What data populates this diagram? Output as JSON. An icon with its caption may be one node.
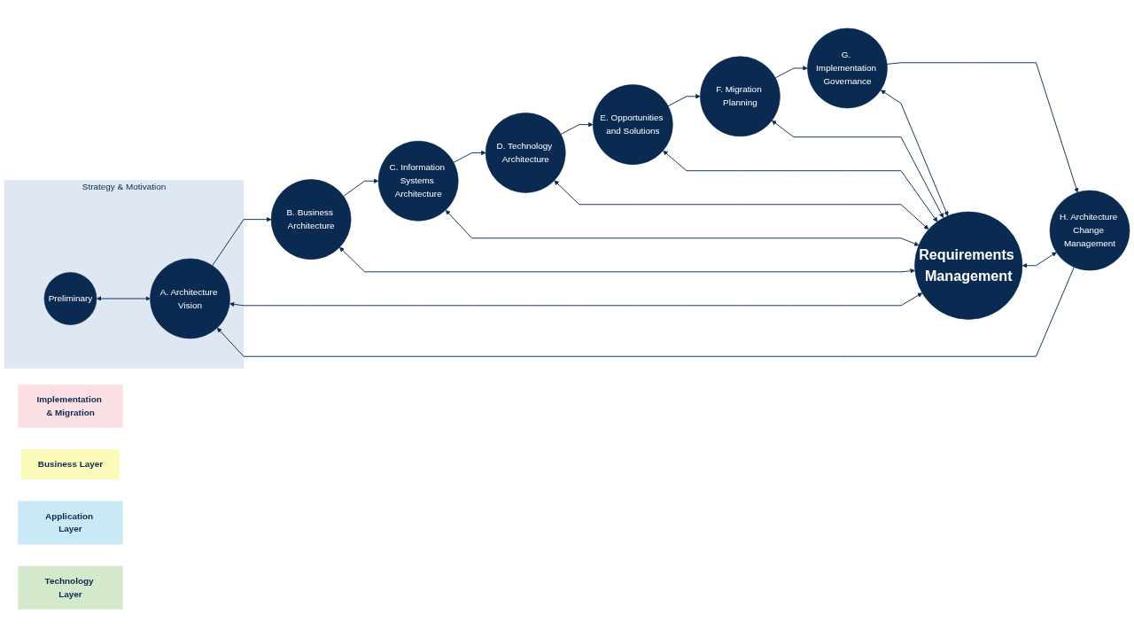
{
  "diagram": {
    "nodes": [
      {
        "text": [
          "Strategy & Motivation"
        ]
      },
      {
        "text": [
          "Preliminary"
        ],
        "in": 0
      },
      {
        "text": [
          "A. Architecture Vision"
        ],
        "in": 0
      },
      {
        "text": [
          "Implementation & Migration"
        ]
      },
      {
        "text": [
          "Business Layer"
        ]
      },
      {
        "text": [
          "H. Architecture Change Management"
        ]
      },
      {
        "text": [
          "B. Business Architecture"
        ]
      },
      {
        "text": [
          "Requirements Management"
        ]
      },
      {
        "text": [
          "Application Layer"
        ]
      },
      {
        "text": [
          "G. Implementation Governance"
        ]
      },
      {
        "text": [
          "C. Information Systems Architecture"
        ]
      },
      {
        "text": [
          "Technology Layer"
        ]
      },
      {
        "text": [
          "F. Migration Planning"
        ]
      },
      {
        "text": [
          "D. Technology Architecture"
        ]
      },
      {
        "text": [
          "E. Opportunities and Solutions"
        ]
      }
    ],
    "edges": [
      {
        "from": 1,
        "to": 2,
        "arrow": "both"
      },
      {
        "from": 2,
        "to": 6,
        "arrow": "to"
      },
      {
        "from": 6,
        "to": 10,
        "arrow": "to"
      },
      {
        "from": 10,
        "to": 13,
        "arrow": "to"
      },
      {
        "from": 13,
        "to": 14,
        "arrow": "to"
      },
      {
        "from": 14,
        "to": 12,
        "arrow": "to"
      },
      {
        "from": 12,
        "to": 9,
        "arrow": "to"
      },
      {
        "from": 9,
        "to": 5,
        "arrow": "to"
      },
      {
        "from": 5,
        "to": 2,
        "arrow": "to"
      },
      {
        "from": 7,
        "to": 2,
        "arrow": "both"
      },
      {
        "from": 7,
        "to": 6,
        "arrow": "both"
      },
      {
        "from": 7,
        "to": 10,
        "arrow": "both"
      },
      {
        "from": 7,
        "to": 13,
        "arrow": "both"
      },
      {
        "from": 7,
        "to": 14,
        "arrow": "both"
      },
      {
        "from": 7,
        "to": 12,
        "arrow": "both"
      },
      {
        "from": 7,
        "to": 9,
        "arrow": "both"
      },
      {
        "from": 7,
        "to": 5,
        "arrow": "both"
      }
    ]
  }
}
